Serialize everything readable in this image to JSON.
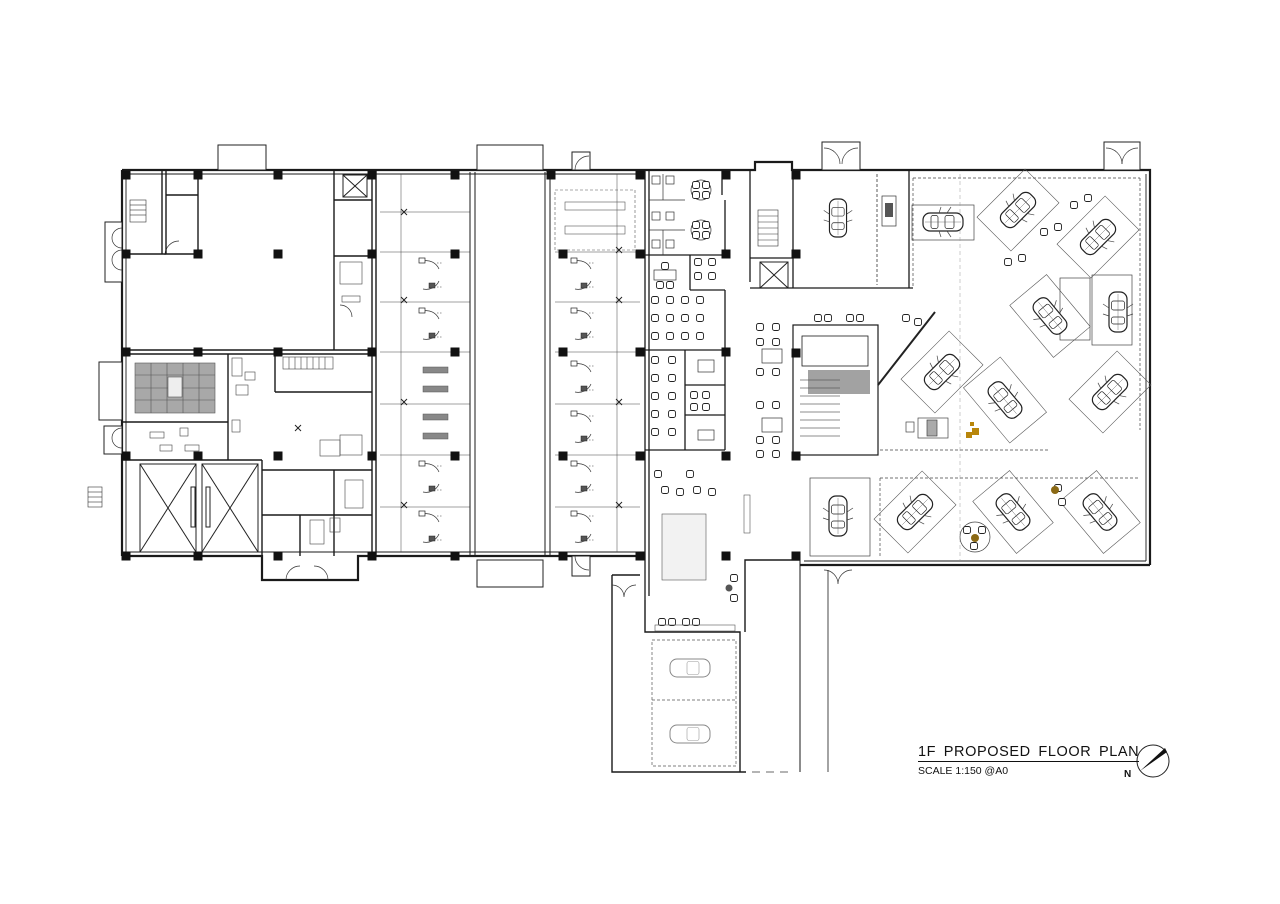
{
  "drawing": {
    "title": "1F PROPOSED FLOOR PLAN",
    "scale": "SCALE 1:150 @A0",
    "north_label": "N",
    "icons": [
      "north-arrow-icon",
      "car-icon",
      "chair-icon",
      "column-icon",
      "door-swing-icon",
      "stair-icon",
      "lift-icon"
    ],
    "colors": {
      "line": "#1a1a1a",
      "column_fill": "#111111",
      "tile_fill": "#9a9a9a",
      "accent_gold": "#b8860b",
      "accent_bronze": "#8b6914",
      "dashed": "#555555"
    }
  },
  "zones": [
    {
      "id": "west-open-hall"
    },
    {
      "id": "west-stair"
    },
    {
      "id": "plant-room-tiles"
    },
    {
      "id": "service-area"
    },
    {
      "id": "lift-shafts"
    },
    {
      "id": "workshop-bays-west"
    },
    {
      "id": "central-corridor"
    },
    {
      "id": "workshop-bays-east"
    },
    {
      "id": "toilets"
    },
    {
      "id": "offices"
    },
    {
      "id": "customer-lounge"
    },
    {
      "id": "central-stair"
    },
    {
      "id": "showroom"
    },
    {
      "id": "delivery-bay"
    },
    {
      "id": "car-handover-garage"
    }
  ]
}
